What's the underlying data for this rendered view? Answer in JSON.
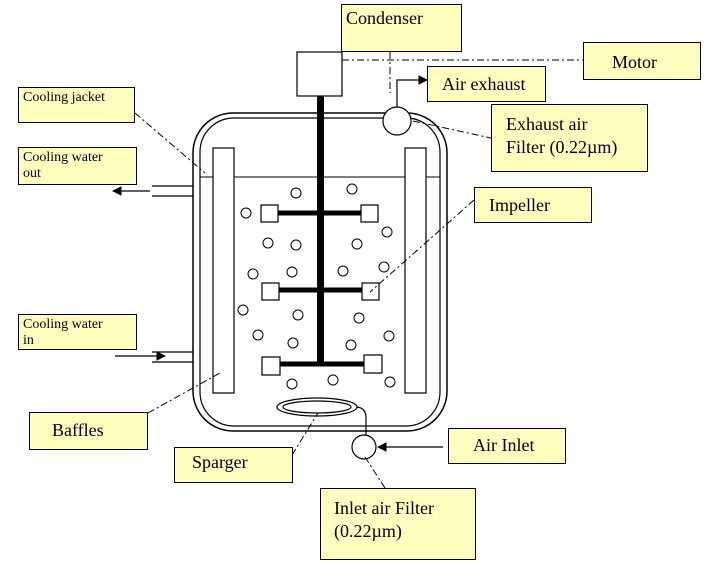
{
  "labels": {
    "condenser": "Condenser",
    "motor": "Motor",
    "air_exhaust": "Air exhaust",
    "exhaust_filter": "Exhaust air\nFilter (0.22µm)",
    "cooling_jacket": "Cooling jacket",
    "cooling_water_out": "Cooling water\nout",
    "impeller": "Impeller",
    "cooling_water_in": "Cooling water\nin",
    "baffles": "Baffles",
    "air_inlet": "Air Inlet",
    "sparger": "Sparger",
    "inlet_filter": "Inlet air Filter\n(0.22µm)"
  },
  "colors": {
    "label_fill": "#ffffc0",
    "stroke": "#000000",
    "background": "#ffffff"
  }
}
